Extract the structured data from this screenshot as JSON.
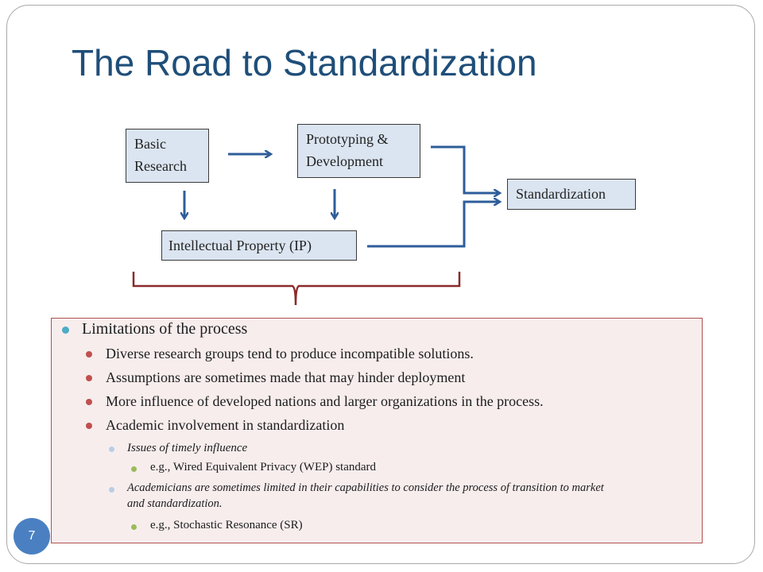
{
  "slide": {
    "title": "The Road to Standardization",
    "page_number": "7"
  },
  "diagram": {
    "basic_research": [
      "Basic",
      "Research"
    ],
    "prototyping": [
      "Prototyping &",
      "Development"
    ],
    "standardization": "Standardization",
    "ip": "Intellectual Property (IP)"
  },
  "limitations": {
    "heading": "Limitations of the process",
    "items": [
      "Diverse research groups tend to produce incompatible solutions.",
      "Assumptions are sometimes made that may hinder deployment",
      "More influence of developed nations and larger organizations in the process.",
      "Academic involvement  in standardization"
    ],
    "sub1": "Issues of timely influence",
    "sub1_example": "e.g., Wired Equivalent Privacy (WEP) standard",
    "sub2_line1": "Academicians are sometimes limited in their capabilities to consider the process of transition to market",
    "sub2_line2": "and standardization.",
    "sub2_example": "e.g., Stochastic Resonance (SR)"
  },
  "colors": {
    "title": "#1f4e79",
    "box_fill": "#dbe5f1",
    "arrow": "#2e5d9a",
    "brace": "#8b2a2a",
    "bullet_l1": "#4bacc6",
    "bullet_l2": "#c0504d",
    "bullet_l3": "#b9cde5",
    "bullet_l4": "#9bbb59",
    "panel_fill": "#f7eded",
    "page_badge": "#4a80c2"
  }
}
